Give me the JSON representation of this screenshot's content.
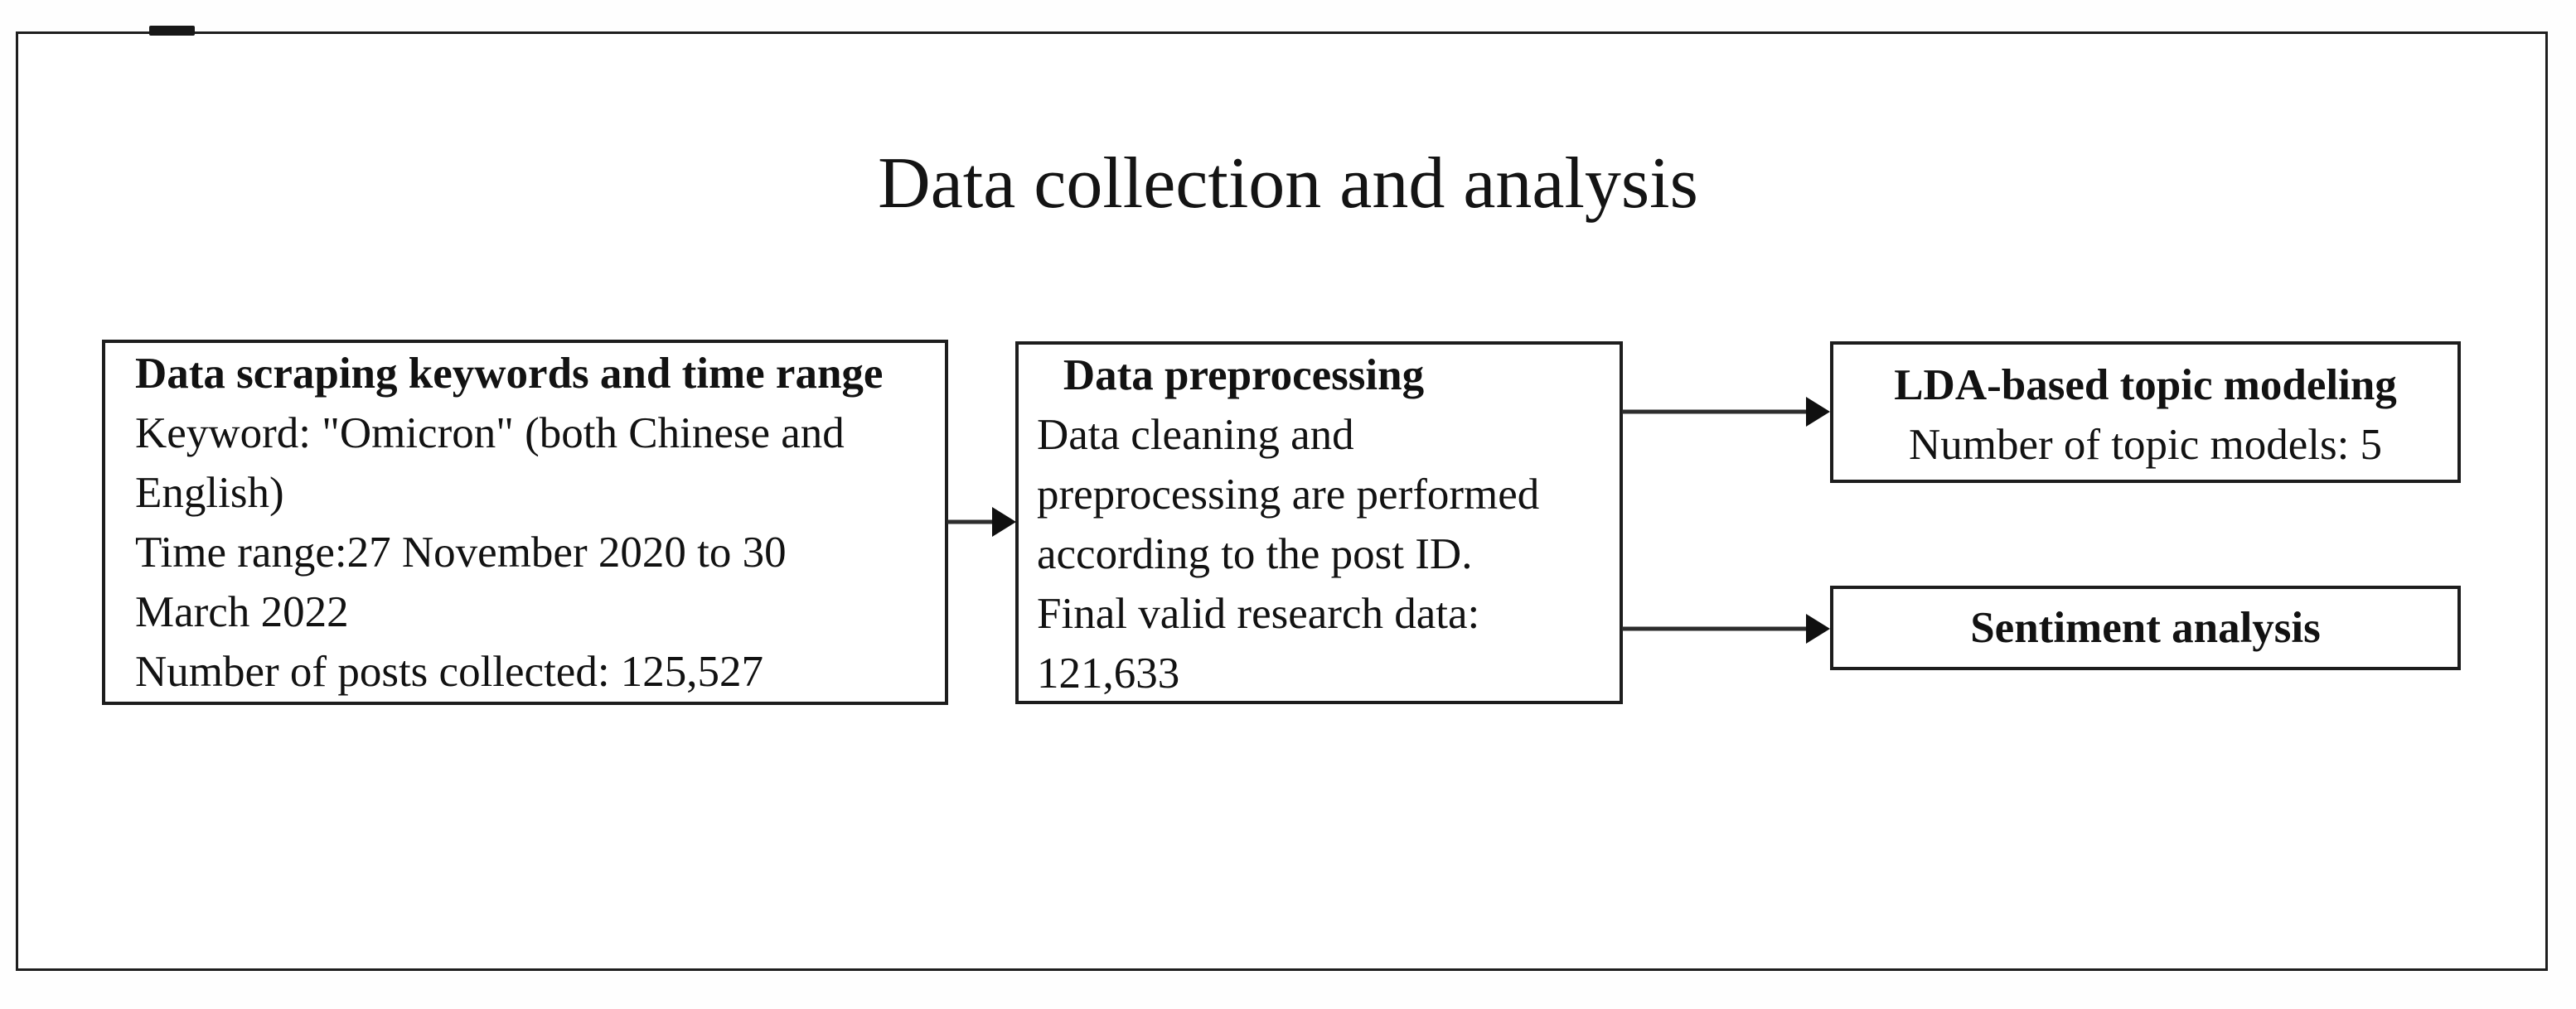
{
  "figure": {
    "title": "Data collection and analysis"
  },
  "boxes": {
    "scraping": {
      "header": "Data scraping keywords and time range",
      "body": "Keyword: \"Omicron\" (both Chinese and\nEnglish)\nTime range:27 November 2020 to 30\nMarch 2022\nNumber of posts collected: 125,527"
    },
    "preprocessing": {
      "header": "Data preprocessing",
      "body": "Data cleaning and\npreprocessing are performed\naccording to the post ID.\nFinal valid research data:\n121,633"
    },
    "lda": {
      "header": "LDA-based topic modeling",
      "body": "Number of topic models: 5"
    },
    "sentiment": {
      "header": "Sentiment analysis"
    }
  },
  "colors": {
    "ink": "#121212",
    "border": "#1d1d1d",
    "background": "#ffffff"
  }
}
